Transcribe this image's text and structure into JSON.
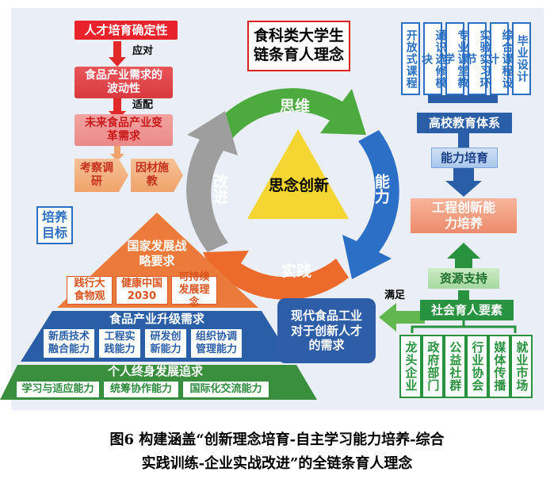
{
  "left": {
    "certainty": "人才培育确定性",
    "respond": "应对",
    "volatility": "食品产业需求的波动性",
    "adapt": "适配",
    "future": "未来食品产业变革需求",
    "survey": "考察调研",
    "tailor": "因材施教",
    "goal": "培养目标"
  },
  "pyramid": {
    "top": "国家发展战略要求",
    "top_items": [
      "践行大食物观",
      "健康中国2030",
      "可持续发展理念"
    ],
    "mid": "食品产业升级需求",
    "mid_items": [
      "新质技术融合能力",
      "工程实践能力",
      "研发创新能力",
      "组织协调管理能力"
    ],
    "bottom": "个人终身发展追求",
    "bottom_items": [
      "学习与适应能力",
      "统筹协作能力",
      "国际化交流能力"
    ]
  },
  "center": {
    "title": "食科类大学生链条育人理念",
    "core": "思念创新",
    "think": "思维",
    "ability": "能力",
    "practice": "实践",
    "improve": "改进",
    "need": "现代食品工业对于创新人才的需求",
    "satisfy": "满足"
  },
  "right": {
    "courses": [
      "开放式课程",
      "通识选修模块",
      "专业课堂教学",
      "实验实习环节",
      "综合课程设计",
      "毕业设计"
    ],
    "system": "高校教育体系",
    "train": "能力培育",
    "eng": "工程创新能力培养",
    "support": "资源支持",
    "social": "社会育人要素",
    "elements": [
      "龙头企业",
      "政府部门",
      "公益社群",
      "行业协会",
      "媒体传播",
      "就业市场"
    ]
  },
  "caption": {
    "line1": "图6 构建涵盖“创新理念培育-自主学习能力培养-综合",
    "line2": "实践训练-企业实战改进”的全链条育人理念"
  }
}
